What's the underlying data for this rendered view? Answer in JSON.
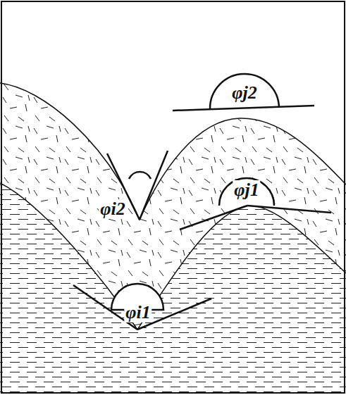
{
  "diagram": {
    "labels": [
      "φj2",
      "φj1",
      "φi2",
      "φi1"
    ]
  }
}
